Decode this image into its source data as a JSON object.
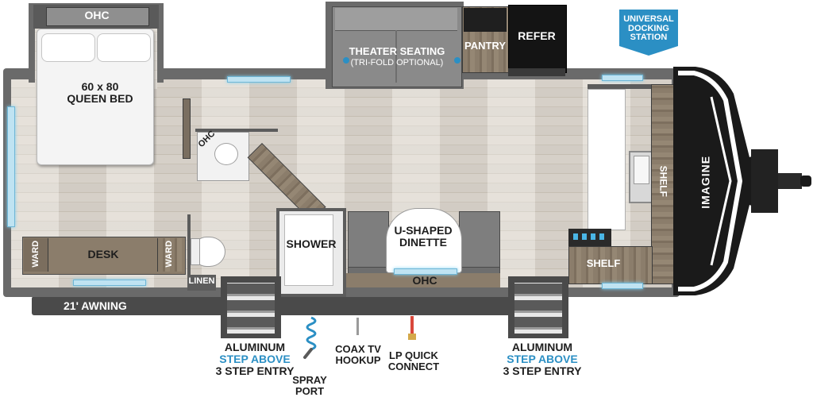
{
  "labels": {
    "ohc_bed": "OHC",
    "bed": "60 x 80\nQUEEN BED",
    "theater": "THEATER SEATING",
    "theater_sub": "(TRI-FOLD OPTIONAL)",
    "pantry": "PANTRY",
    "refer": "REFER",
    "docking": "UNIVERSAL\nDOCKING\nSTATION",
    "ohc_bath": "OHC",
    "shower": "SHOWER",
    "dinette": "U-SHAPED\nDINETTE",
    "ohc_dinette": "OHC",
    "shelf_front": "SHELF",
    "shelf_kitchen": "SHELF",
    "brand": "IMAGINE",
    "ward_left": "WARD",
    "ward_right": "WARD",
    "desk": "DESK",
    "linen": "LINEN",
    "awning": "21' AWNING",
    "step_left_1": "ALUMINUM",
    "step_left_2": "STEP ABOVE",
    "step_left_3": "3 STEP ENTRY",
    "spray": "SPRAY\nPORT",
    "coax": "COAX TV\nHOOKUP",
    "lp": "LP QUICK\nCONNECT",
    "step_right_1": "ALUMINUM",
    "step_right_2": "STEP ABOVE",
    "step_right_3": "3 STEP ENTRY"
  },
  "colors": {
    "accent_blue": "#2b8fc4",
    "dark_gray": "#4a4a4a",
    "wall": "#5c5c5c",
    "text": "#1e1e1e"
  }
}
